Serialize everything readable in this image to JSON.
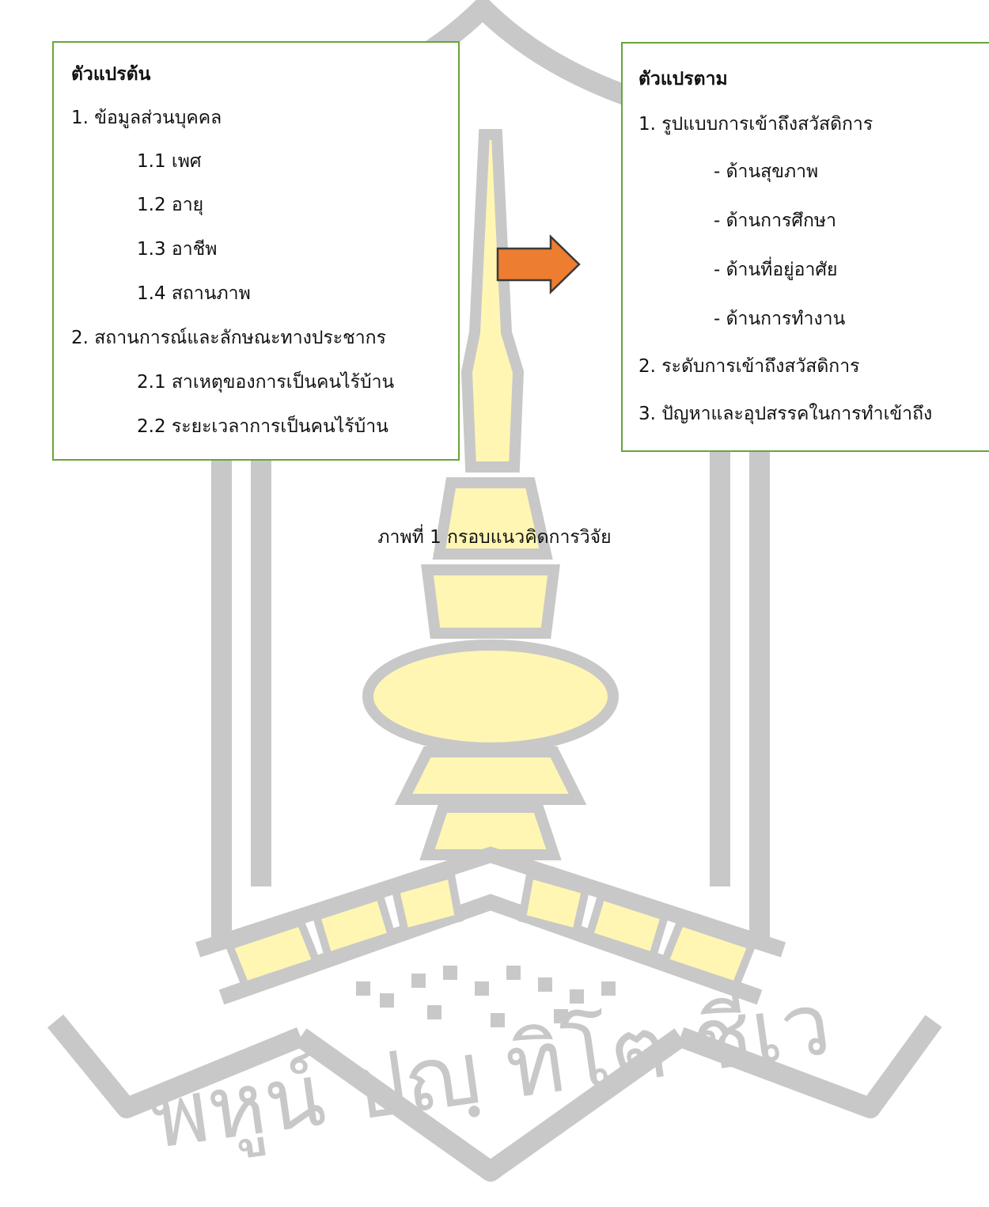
{
  "independent": {
    "title": "ตัวแปรต้น",
    "lines": [
      "1. ข้อมูลส่วนบุคคล",
      "1.1 เพศ",
      "1.2 อายุ",
      "1.3 อาชีพ",
      "1.4 สถานภาพ",
      "2. สถานการณ์และลักษณะทางประชากร",
      "2.1 สาเหตุของการเป็นคนไร้บ้าน",
      "2.2 ระยะเวลาการเป็นคนไร้บ้าน"
    ]
  },
  "dependent": {
    "title": "ตัวแปรตาม",
    "lines": [
      "1. รูปแบบการเข้าถึงสวัสดิการ",
      "- ด้านสุขภาพ",
      "- ด้านการศึกษา",
      "- ด้านที่อยู่อาศัย",
      "- ด้านการทำงาน",
      "2. ระดับการเข้าถึงสวัสดิการ",
      "3. ปัญหาและอุปสรรคในการทำเข้าถึง"
    ]
  },
  "caption": "ภาพที่ 1 กรอบแนวคิดการวิจัย",
  "watermark_text": "พหูน์ ปญฺ ทิโต ชีเว",
  "colors": {
    "box_border": "#6aa43c",
    "arrow_fill": "#ed7d31",
    "arrow_stroke": "#3a3a3a",
    "watermark_gray": "#c8c8c8",
    "watermark_yellow": "#fff6b3"
  }
}
